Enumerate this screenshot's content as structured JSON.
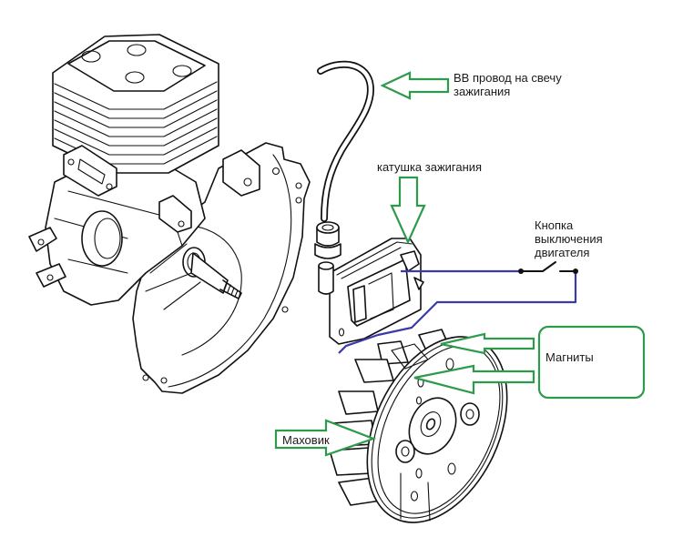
{
  "diagram": {
    "title": "Ignition system of a two-stroke engine",
    "colors": {
      "arrow": "#2e9a4c",
      "wire": "#3a3aa8",
      "ink": "#111111"
    },
    "labels": {
      "ht_lead": {
        "line1": "ВВ провод на свечу",
        "line2": "зажигания"
      },
      "ignition_coil": "катушка зажигания",
      "kill_switch": {
        "line1": "Кнопка",
        "line2": "выключения",
        "line3": "двигателя"
      },
      "magnets": "Магниты",
      "flywheel": "Маховик"
    },
    "components": [
      "engine-cylinder-crankcase",
      "ht-lead",
      "spark-plug-boot",
      "ignition-coil",
      "kill-switch",
      "flywheel",
      "magnets"
    ]
  }
}
